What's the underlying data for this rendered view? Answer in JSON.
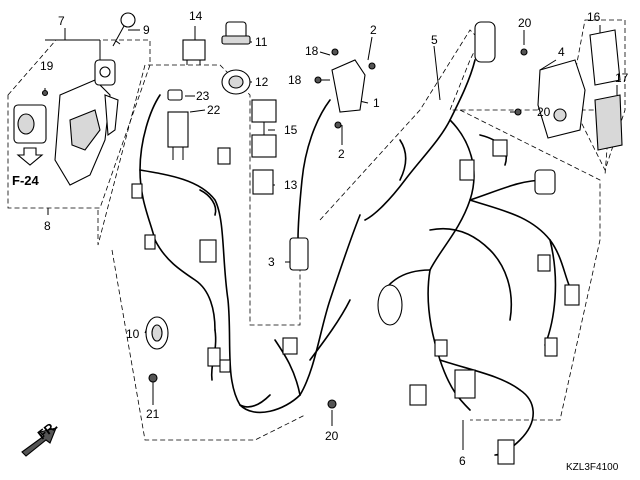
{
  "callouts": {
    "c1": "1",
    "c2a": "2",
    "c2b": "2",
    "c3": "3",
    "c4": "4",
    "c5": "5",
    "c6": "6",
    "c7": "7",
    "c8": "8",
    "c9": "9",
    "c10": "10",
    "c11": "11",
    "c12": "12",
    "c13": "13",
    "c14": "14",
    "c15": "15",
    "c16": "16",
    "c17": "17",
    "c18a": "18",
    "c18b": "18",
    "c19": "19",
    "c20a": "20",
    "c20b": "20",
    "c20c": "20",
    "c21": "21",
    "c22": "22",
    "c23": "23"
  },
  "reference_label": "F-24",
  "direction_label": "FR.",
  "diagram_code": "KZL3F4100"
}
